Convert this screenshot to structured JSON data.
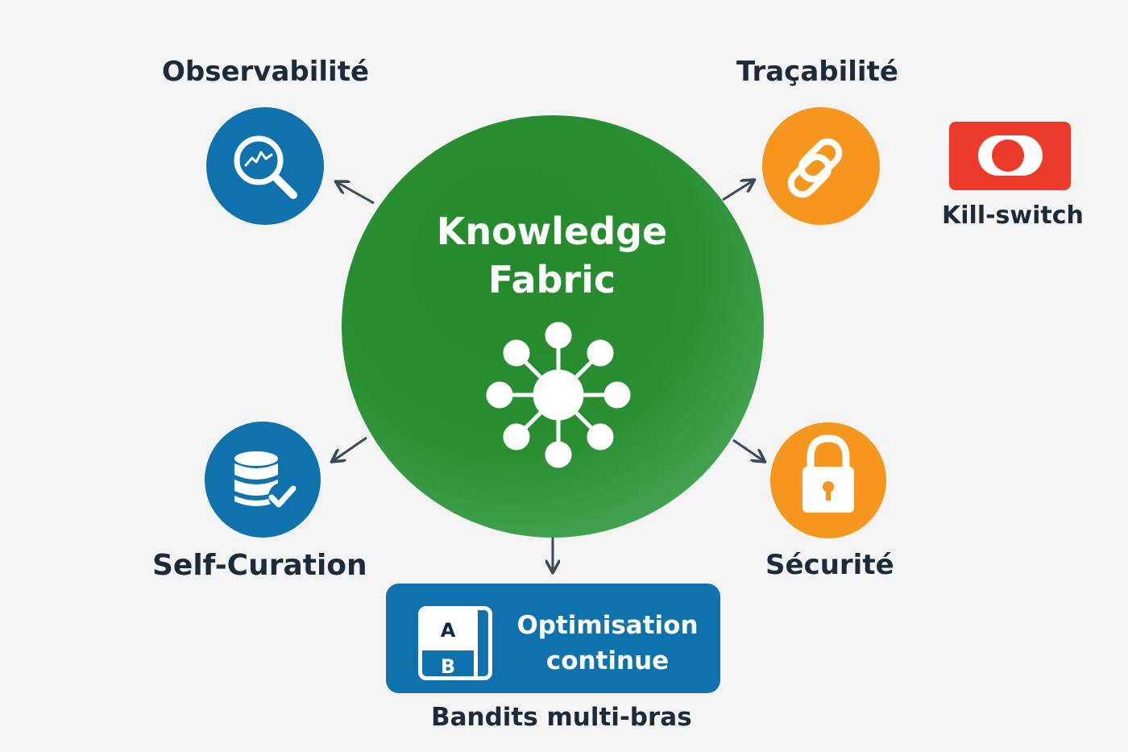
{
  "center": {
    "title_line1": "Knowledge",
    "title_line2": "Fabric",
    "icon": "network-hub-icon"
  },
  "nodes": {
    "observabilite": {
      "label": "Observabilité",
      "icon": "magnifier-chart-icon"
    },
    "tracabilite": {
      "label": "Traçabilité",
      "icon": "chain-link-icon"
    },
    "kill_switch": {
      "label": "Kill-switch",
      "icon": "toggle-switch-icon"
    },
    "self_curation": {
      "label": "Self-Curation",
      "icon": "database-check-icon"
    },
    "securite": {
      "label": "Sécurité",
      "icon": "padlock-icon"
    },
    "optimisation": {
      "line1": "Optimisation",
      "line2": "continue",
      "icon": "ab-test-icon",
      "ab_a": "A",
      "ab_b": "B",
      "caption": "Bandits multi-bras"
    }
  },
  "colors": {
    "background": "#f3f4f3",
    "center_green": "#2e8f37",
    "blue": "#0f72ad",
    "orange": "#f5961e",
    "red": "#ec3b2b",
    "text_dark": "#1d2a3a",
    "arrow": "#3c4a58"
  }
}
